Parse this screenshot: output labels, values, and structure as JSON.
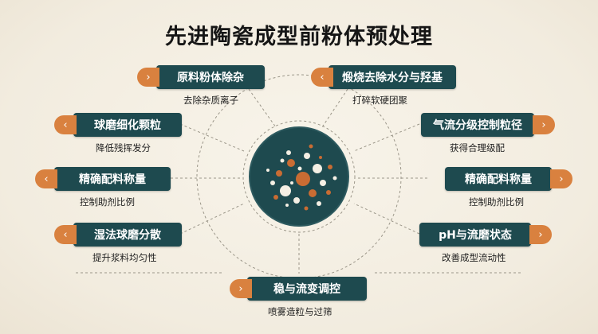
{
  "title": "先进陶瓷成型前粉体预处理",
  "colors": {
    "panel": "#1e4a4f",
    "accent": "#d9813f",
    "background": "#f4efe4",
    "dot_light": "#f4efe4",
    "dot_dark": "#c96c33"
  },
  "center_icon": "particle-cluster-icon",
  "nodes": [
    {
      "id": "n1",
      "label": "原料粉体除杂",
      "sub": "去除杂质离子",
      "cap_icon": "chevron-right-icon",
      "cap_glyph": "›"
    },
    {
      "id": "n2",
      "label": "煅烧去除水分与羟基",
      "sub": "打碎软硬团聚",
      "cap_icon": "chevron-left-icon",
      "cap_glyph": "‹"
    },
    {
      "id": "n3",
      "label": "球磨细化颗粒",
      "sub": "降低残挥发分",
      "cap_icon": "chevron-left-icon",
      "cap_glyph": "‹"
    },
    {
      "id": "n4",
      "label": "气流分级控制粒径",
      "sub": "获得合理级配",
      "cap_icon": "chevron-right-icon",
      "cap_glyph": "›"
    },
    {
      "id": "n5",
      "label": "精确配料称量",
      "sub": "控制助剂比例",
      "cap_icon": "chevron-left-icon",
      "cap_glyph": "‹"
    },
    {
      "id": "n6",
      "label": "精确配料称量",
      "sub": "控制助剂比例",
      "cap_icon": "chevron-right-icon",
      "cap_glyph": "›"
    },
    {
      "id": "n7",
      "label": "湿法球磨分散",
      "sub": "提升浆料均匀性",
      "cap_icon": "chevron-left-icon",
      "cap_glyph": "‹"
    },
    {
      "id": "n8",
      "label": "pH与流磨状态",
      "sub": "改善成型流动性",
      "cap_icon": "chevron-right-icon",
      "cap_glyph": "›"
    },
    {
      "id": "n9",
      "label": "稳与流变调控",
      "sub": "喷雾造粒与过筛",
      "cap_icon": "chevron-right-icon",
      "cap_glyph": "›"
    }
  ]
}
